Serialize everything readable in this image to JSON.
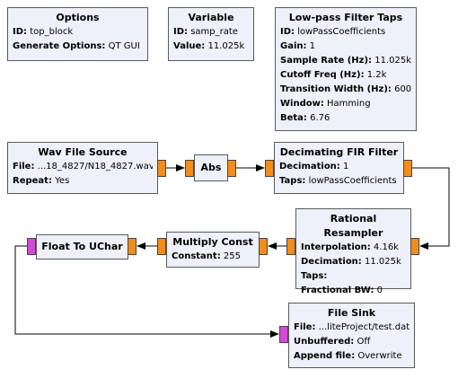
{
  "colors": {
    "block_bg": "#eef0fa",
    "block_border": "#5a5a5a",
    "float_port": "#f28d1c",
    "byte_port": "#d24bd4",
    "wire": "#000000"
  },
  "blocks": {
    "options": {
      "title": "Options",
      "params": [
        {
          "k": "ID:",
          "v": " top_block"
        },
        {
          "k": "Generate Options:",
          "v": " QT GUI"
        }
      ]
    },
    "variable": {
      "title": "Variable",
      "params": [
        {
          "k": "ID:",
          "v": " samp_rate"
        },
        {
          "k": "Value:",
          "v": " 11.025k"
        }
      ]
    },
    "lpf_taps": {
      "title": "Low-pass Filter Taps",
      "params": [
        {
          "k": "ID:",
          "v": " lowPassCoefficients"
        },
        {
          "k": "Gain:",
          "v": " 1"
        },
        {
          "k": "Sample Rate (Hz):",
          "v": " 11.025k"
        },
        {
          "k": "Cutoff Freq (Hz):",
          "v": " 1.2k"
        },
        {
          "k": "Transition Width (Hz):",
          "v": " 600"
        },
        {
          "k": "Window:",
          "v": " Hamming"
        },
        {
          "k": "Beta:",
          "v": " 6.76"
        }
      ]
    },
    "wav_source": {
      "title": "Wav File Source",
      "params": [
        {
          "k": "File:",
          "v": " ...18_4827/N18_4827.wav"
        },
        {
          "k": "Repeat:",
          "v": " Yes"
        }
      ]
    },
    "abs": {
      "title": "Abs"
    },
    "fir": {
      "title": "Decimating FIR Filter",
      "params": [
        {
          "k": "Decimation:",
          "v": " 1"
        },
        {
          "k": "Taps:",
          "v": " lowPassCoefficients"
        }
      ]
    },
    "resampler": {
      "title": "Rational Resampler",
      "params": [
        {
          "k": "Interpolation:",
          "v": " 4.16k"
        },
        {
          "k": "Decimation:",
          "v": " 11.025k"
        },
        {
          "k": "Taps:",
          "v": ""
        },
        {
          "k": "Fractional BW:",
          "v": " 0"
        }
      ]
    },
    "multiply": {
      "title": "Multiply Const",
      "params": [
        {
          "k": "Constant:",
          "v": " 255"
        }
      ]
    },
    "to_uchar": {
      "title": "Float To UChar"
    },
    "file_sink": {
      "title": "File Sink",
      "params": [
        {
          "k": "File:",
          "v": " ...liteProject/test.dat"
        },
        {
          "k": "Unbuffered:",
          "v": " Off"
        },
        {
          "k": "Append file:",
          "v": " Overwrite"
        }
      ]
    }
  }
}
